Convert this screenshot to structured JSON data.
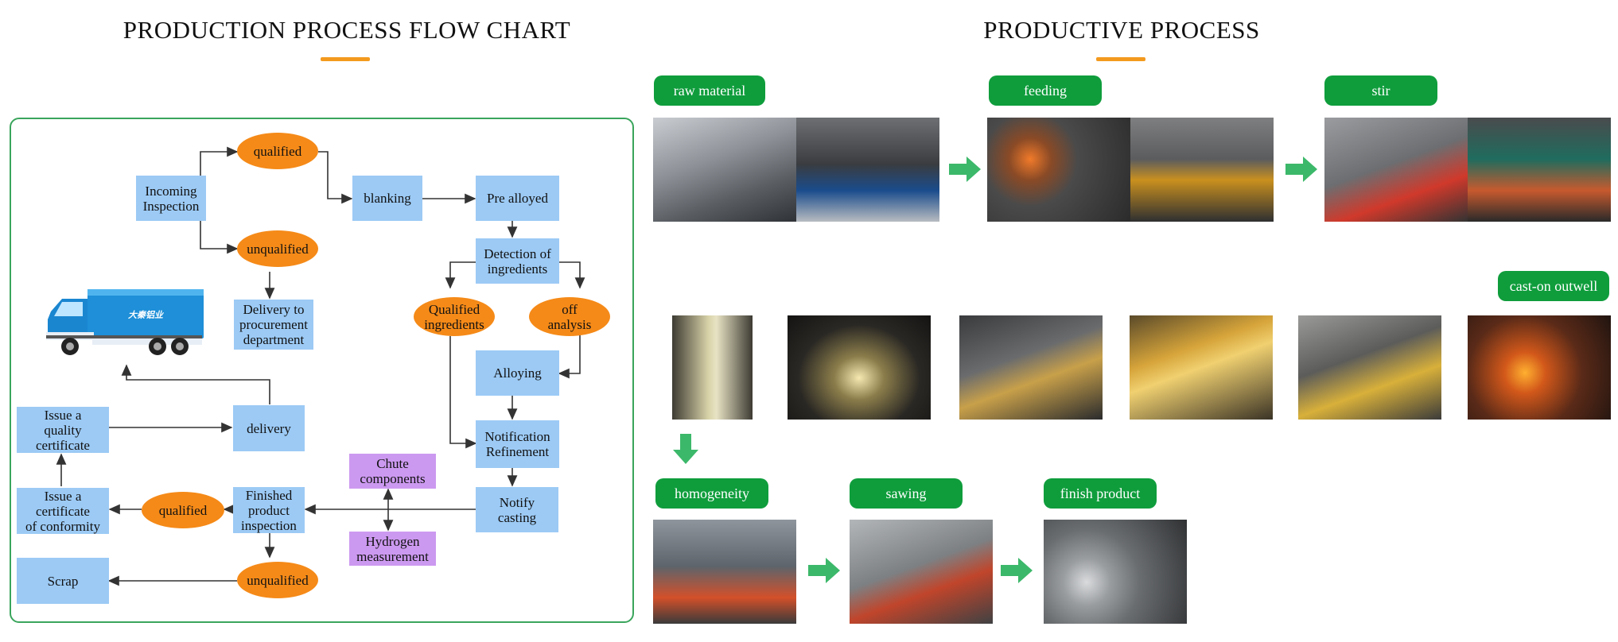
{
  "left_title": "PRODUCTION PROCESS FLOW CHART",
  "right_title": "PRODUCTIVE PROCESS",
  "flow": {
    "incoming_inspection": "Incoming\nInspection",
    "qualified_top": "qualified",
    "unqualified_top": "unqualified",
    "blanking": "blanking",
    "pre_alloyed": "Pre alloyed",
    "detection": "Detection of\ningredients",
    "qualified_ingredients": "Qualified\ningredients",
    "off_analysis": "off\nanalysis",
    "alloying": "Alloying",
    "notification_refinement": "Notification\nRefinement",
    "notify_casting": "Notify\ncasting",
    "delivery_procurement": "Delivery to\nprocurement\ndepartment",
    "truck_text": "大秦铝业",
    "issue_quality": "Issue a\nquality\ncertificate",
    "delivery": "delivery",
    "issue_conformity": "Issue a\ncertificate\nof conformity",
    "qualified_bottom": "qualified",
    "finished_inspection": "Finished\nproduct\ninspection",
    "chute": "Chute\ncomponents",
    "hydrogen": "Hydrogen\nmeasurement",
    "unqualified_bottom": "unqualified",
    "scrap": "Scrap"
  },
  "process": {
    "raw_material": "raw material",
    "feeding": "feeding",
    "stir": "stir",
    "cast_on_outwell": "cast-on outwell",
    "homogeneity": "homogeneity",
    "sawing": "sawing",
    "finish_product": "finish product"
  },
  "colors": {
    "accent_orange": "#f39a1e",
    "pill_green": "#0f9d3c",
    "arrow_green": "#3cb86a",
    "box_blue": "#9ccaf5",
    "oval_orange": "#f58a18",
    "box_purple": "#cc99f0",
    "panel_border": "#3aa55c"
  }
}
